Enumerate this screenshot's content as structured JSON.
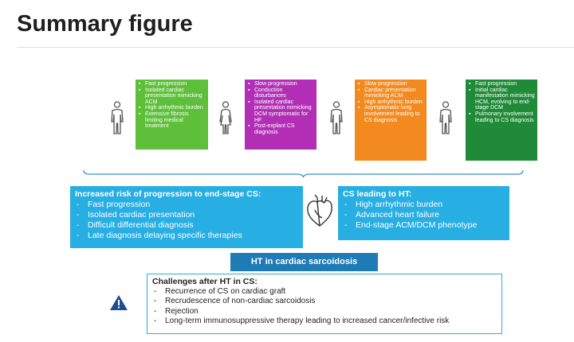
{
  "page": {
    "heading": "Summary figure"
  },
  "cases": [
    {
      "color": "#5dbf3a",
      "items": [
        "Fast progression",
        "Isolated cardiac presentation mimicking ACM",
        "High arrhythmic burden",
        "Extensive fibrosis limiting medical treatment"
      ]
    },
    {
      "color": "#b22fb5",
      "items": [
        "Slow progression",
        "Conduction disturbances",
        "Isolated cardiac presentation mimicking DCM symptomatic for HF",
        "Post-explant CS diagnosis"
      ]
    },
    {
      "color": "#f28a1f",
      "items": [
        "Slow progression",
        "Cardiac presentation mimicking ACM",
        "High arrhythmic burden",
        "Asymptomatic lung involvement leading to CS diagnosis"
      ]
    },
    {
      "color": "#1f8a37",
      "items": [
        "Fast progression",
        "Initial cardiac manifestation mimicking HCM, evolving to end-stage DCM",
        "Pulmonary involvement leading to CS diagnosis"
      ]
    }
  ],
  "risk_box": {
    "title": "Increased risk of progression to end-stage CS:",
    "items": [
      "Fast progression",
      "Isolated cardiac presentation",
      "Difficult differential diagnosis",
      "Late diagnosis delaying specific therapies"
    ]
  },
  "ht_box": {
    "title": "CS leading to HT:",
    "items": [
      "High arrhythmic burden",
      "Advanced heart failure",
      "End-stage ACM/DCM phenotype"
    ]
  },
  "ht_label": "HT in cardiac sarcoidosis",
  "challenges": {
    "title": "Challenges after HT in CS:",
    "items": [
      "Recurrence of CS on cardiac graft",
      "Recrudescence of non-cardiac sarcoidosis",
      "Rejection",
      "Long-term immunosuppressive therapy leading to increased cancer/infective risk"
    ]
  },
  "icons": {
    "person": "person-outline-icon",
    "heart": "heart-outline-icon",
    "warning": "warning-triangle-icon"
  },
  "colors": {
    "accent_blue": "#27aee3",
    "dark_blue": "#1f7bb5"
  }
}
